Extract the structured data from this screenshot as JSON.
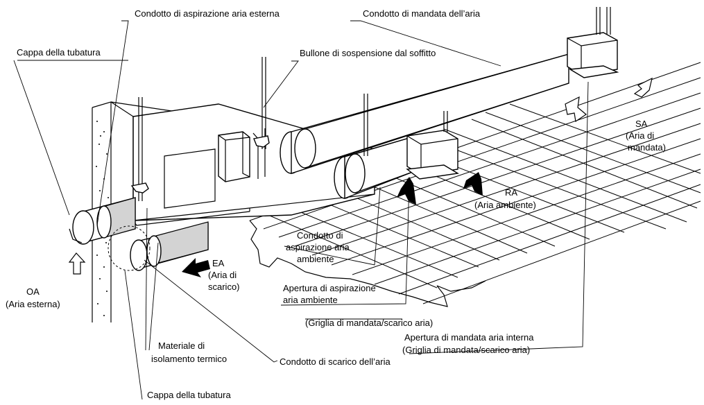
{
  "labels": {
    "outdoor_intake_duct": "Condotto di aspirazione aria esterna",
    "supply_duct": "Condotto di mandata dell’aria",
    "pipe_hood_top": "Cappa della tubatura",
    "ceiling_bolt": "Bullone di sospensione dal soffitto",
    "sa_title": "SA",
    "sa_sub1": "(Aria di",
    "sa_sub2": "mandata)",
    "ra_title": "RA",
    "ra_sub": "(Aria ambiente)",
    "room_intake_duct_1": "Condotto di",
    "room_intake_duct_2": "aspirazione aria",
    "room_intake_duct_3": "ambiente",
    "ea_title": "EA",
    "ea_sub1": "(Aria di",
    "ea_sub2": "scarico)",
    "oa_title": "OA",
    "oa_sub": "(Aria esterna)",
    "room_intake_opening_1": "Apertura di aspirazione",
    "room_intake_opening_2": "aria ambiente",
    "grille_1": "(Griglia di mandata/scarico aria)",
    "indoor_supply_opening": "Apertura di mandata aria interna",
    "grille_2": "(Griglia di mandata/scarico aria)",
    "insulation_1": "Materiale di",
    "insulation_2": "isolamento termico",
    "exhaust_duct": "Condotto di scarico dell’aria",
    "pipe_hood_bottom": "Cappa della tubatura"
  }
}
